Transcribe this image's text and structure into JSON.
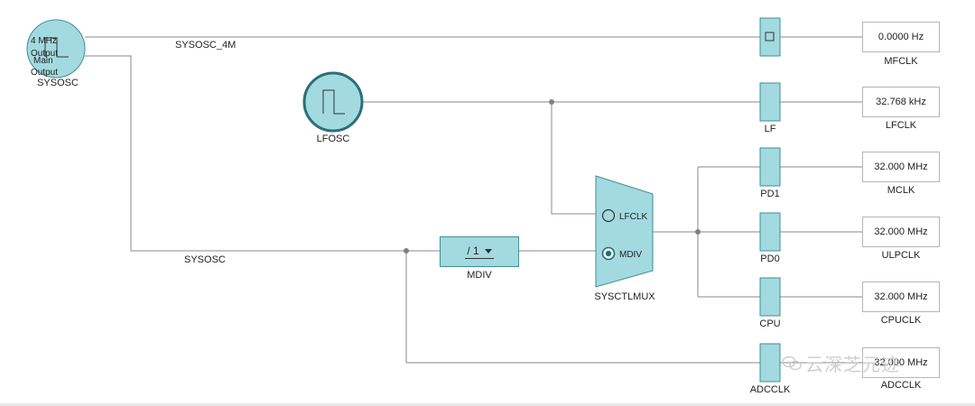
{
  "sources": {
    "sysosc": {
      "label": "SYSOSC",
      "line1": "4 MHz",
      "line2": "Output",
      "line3": "Main",
      "line4": "Output"
    },
    "lfosc": {
      "label": "LFOSC"
    }
  },
  "nets": {
    "sysosc_4m": "SYSOSC_4M",
    "sysosc": "SYSOSC"
  },
  "mdiv": {
    "label": "MDIV",
    "value": "/ 1"
  },
  "mux": {
    "label": "SYSCTLMUX",
    "options": [
      "LFCLK",
      "MDIV"
    ],
    "selected": "MDIV"
  },
  "gates": {
    "mf": {
      "label": ""
    },
    "lf": {
      "label": "LF"
    },
    "pd1": {
      "label": "PD1"
    },
    "pd0": {
      "label": "PD0"
    },
    "cpu": {
      "label": "CPU"
    },
    "adc": {
      "label": "ADCCLK"
    }
  },
  "outputs": [
    {
      "name": "MFCLK",
      "value": "0.0000 Hz"
    },
    {
      "name": "LFCLK",
      "value": "32.768 kHz"
    },
    {
      "name": "MCLK",
      "value": "32.000 MHz"
    },
    {
      "name": "ULPCLK",
      "value": "32.000 MHz"
    },
    {
      "name": "CPUCLK",
      "value": "32.000 MHz"
    },
    {
      "name": "ADCCLK",
      "value": "32.000 MHz"
    }
  ],
  "watermark": "云深芝元迹",
  "colors": {
    "block_fill": "#a3dae0",
    "block_stroke": "#3e8f97",
    "lfosc_ring": "#2b6f78",
    "wire": "#8a8a8a"
  }
}
